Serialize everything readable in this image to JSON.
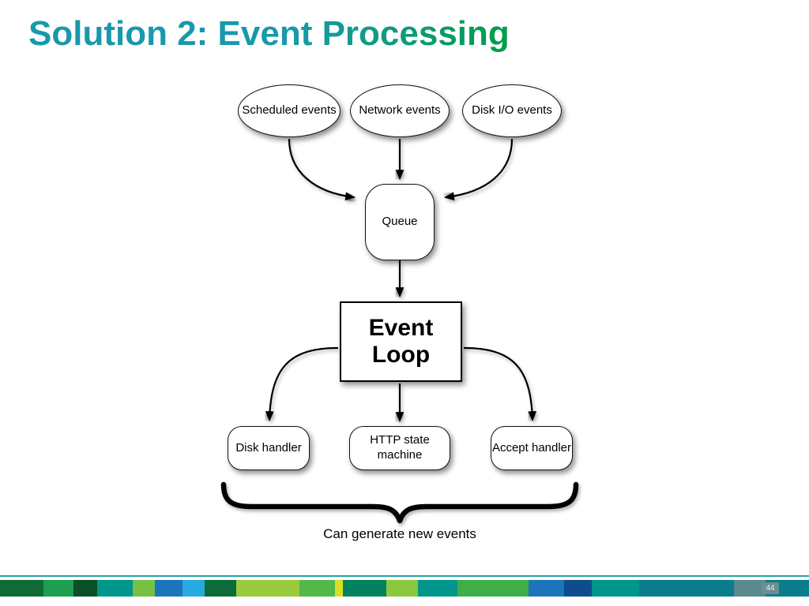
{
  "slide": {
    "title": "Solution 2: Event Processing",
    "page_number": "44"
  },
  "diagram": {
    "sources": [
      {
        "label": "Scheduled events"
      },
      {
        "label": "Network events"
      },
      {
        "label": "Disk I/O events"
      }
    ],
    "queue": {
      "label": "Queue"
    },
    "event_loop": {
      "label": "Event Loop"
    },
    "handlers": [
      {
        "label": "Disk handler"
      },
      {
        "label": "HTTP state machine"
      },
      {
        "label": "Accept handler"
      }
    ],
    "caption": "Can generate new events"
  },
  "colors": {
    "title_gradient_start": "#1899ab",
    "title_gradient_end": "#009e49",
    "node_border": "#000000",
    "footer_line": "#2aa0ad"
  },
  "footer": {
    "segments": [
      {
        "color": "#0f6b35",
        "width": 55
      },
      {
        "color": "#1d9e50",
        "width": 38
      },
      {
        "color": "#0a4f28",
        "width": 30
      },
      {
        "color": "#00968b",
        "width": 45
      },
      {
        "color": "#76c043",
        "width": 28
      },
      {
        "color": "#1b75bb",
        "width": 35
      },
      {
        "color": "#27aae1",
        "width": 28
      },
      {
        "color": "#0b6b3a",
        "width": 40
      },
      {
        "color": "#9bca3c",
        "width": 80
      },
      {
        "color": "#52b848",
        "width": 45
      },
      {
        "color": "#d9e021",
        "width": 10
      },
      {
        "color": "#00835c",
        "width": 55
      },
      {
        "color": "#8dc63f",
        "width": 40
      },
      {
        "color": "#00968b",
        "width": 50
      },
      {
        "color": "#3fae49",
        "width": 90
      },
      {
        "color": "#1b75bb",
        "width": 45
      },
      {
        "color": "#0d4d8c",
        "width": 35
      },
      {
        "color": "#00968b",
        "width": 60
      },
      {
        "color": "#0a7d8c",
        "width": 120
      },
      {
        "color": "#5a8a8f",
        "width": 40
      },
      {
        "color": "#0a7d8c",
        "width": 55
      }
    ]
  }
}
